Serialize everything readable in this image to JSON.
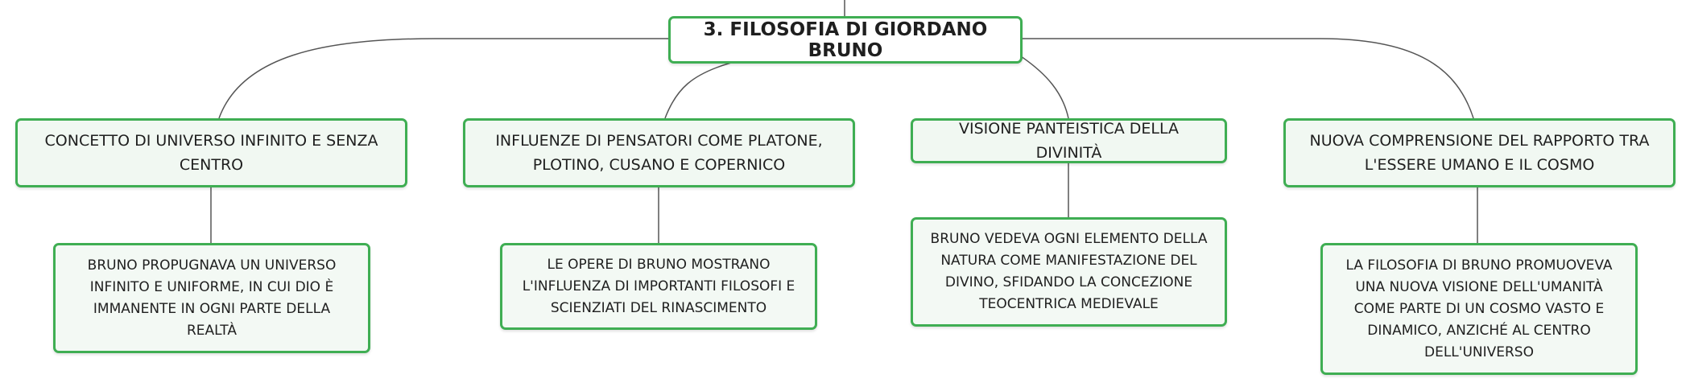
{
  "diagram": {
    "root": {
      "label": "3. FILOSOFIA DI GIORDANO BRUNO"
    },
    "branches": [
      {
        "label": "CONCETTO DI UNIVERSO INFINITO E SENZA CENTRO",
        "detail": "BRUNO PROPUGNAVA UN UNIVERSO INFINITO E UNIFORME, IN CUI DIO È IMMANENTE IN OGNI PARTE DELLA REALTÀ"
      },
      {
        "label": "INFLUENZE DI PENSATORI COME PLATONE, PLOTINO, CUSANO E COPERNICO",
        "detail": "LE OPERE DI BRUNO MOSTRANO L'INFLUENZA DI IMPORTANTI FILOSOFI E SCIENZIATI DEL RINASCIMENTO"
      },
      {
        "label": "VISIONE PANTEISTICA DELLA DIVINITÀ",
        "detail": "BRUNO VEDEVA OGNI ELEMENTO DELLA NATURA COME MANIFESTAZIONE DEL DIVINO, SFIDANDO LA CONCEZIONE TEOCENTRICA MEDIEVALE"
      },
      {
        "label": "NUOVA COMPRENSIONE DEL RAPPORTO TRA L'ESSERE UMANO E IL COSMO",
        "detail": "LA FILOSOFIA DI BRUNO PROMUOVEVA UNA NUOVA VISIONE DELL'UMANITÀ COME PARTE DI UN COSMO VASTO E DINAMICO, ANZICHÉ AL CENTRO DELL'UNIVERSO"
      }
    ]
  }
}
